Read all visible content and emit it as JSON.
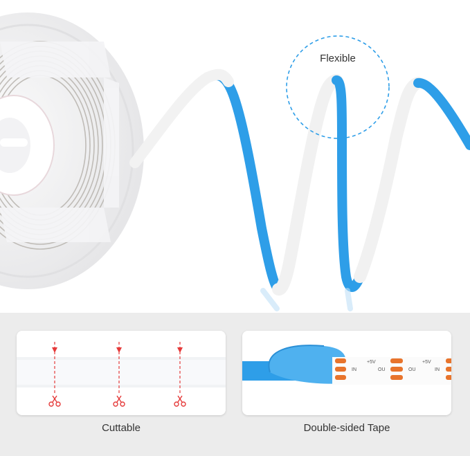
{
  "hero": {
    "callout_label": "Flexible",
    "strip_color": "#2e9ee8",
    "strip_back_color": "#f2f2f2"
  },
  "features": {
    "cuttable_label": "Cuttable",
    "tape_label": "Double-sided Tape",
    "pcb_texts": [
      "+5V",
      "IN",
      "OU",
      "+5V",
      "OU",
      "IN"
    ],
    "cut_icon": "scissors-icon",
    "pad_color": "#e8742c"
  }
}
